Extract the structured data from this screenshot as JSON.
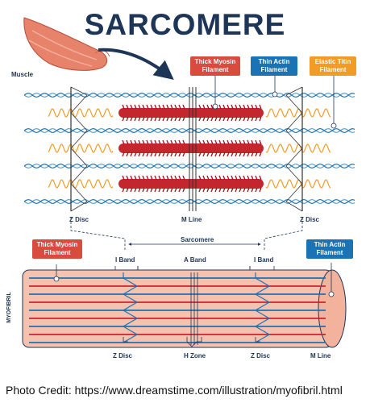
{
  "title": "SARCOMERE",
  "labels": {
    "muscle": "Muscle",
    "thick_myosin": "Thick Myosin Filament",
    "thin_actin": "Thin Actin Filament",
    "elastic_titin": "Elastic Titin Filament",
    "z_disc_left": "Z Disc",
    "m_line": "M Line",
    "z_disc_right": "Z Disc",
    "sarcomere": "Sarcomere",
    "i_band_left": "I Band",
    "a_band": "A Band",
    "i_band_right": "I Band",
    "myofibril": "MYOFIBRIL",
    "bottom_thick_myosin": "Thick Myosin Filament",
    "bottom_thin_actin": "Thin Actin Filament",
    "bottom_z_disc_left": "Z Disc",
    "h_zone": "H Zone",
    "bottom_z_disc_right": "Z Disc",
    "bottom_m_line": "M Line"
  },
  "credit": "Photo Credit: https://www.dreamstime.com/illustration/myofibril.html",
  "colors": {
    "title": "#1d3557",
    "myosin": "#c4262e",
    "actin": "#1a73b5",
    "titin": "#f29b25",
    "muscle": "#e8836b",
    "myofibril_fill": "#f6c2b0"
  }
}
